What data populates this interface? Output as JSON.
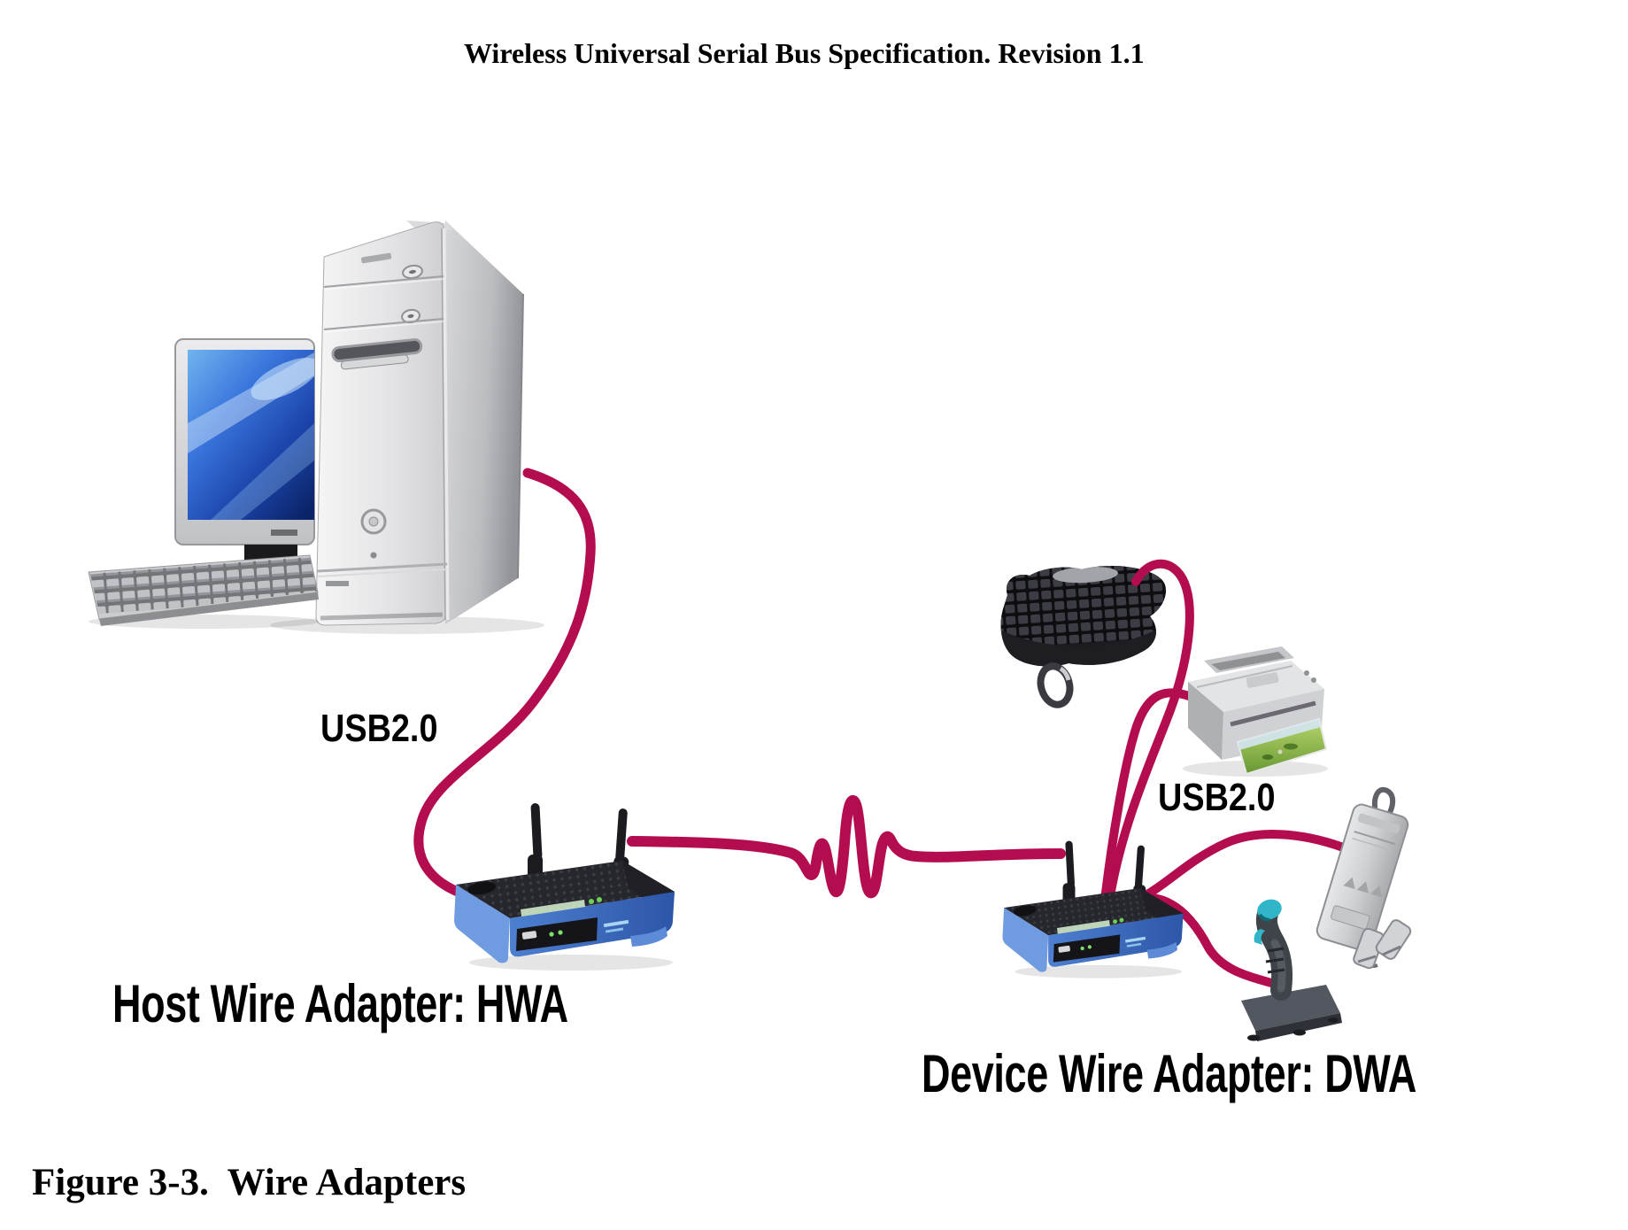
{
  "page": {
    "header": "Wireless Universal Serial Bus Specification. Revision 1.1",
    "caption": "Figure 3-3.  Wire Adapters"
  },
  "diagram": {
    "usb_label_left": "USB2.0",
    "usb_label_right": "USB2.0",
    "hwa_label": "Host Wire Adapter: HWA",
    "dwa_label": "Device Wire Adapter: DWA",
    "cable_color": "#b30d4f",
    "depicted_devices": [
      "host computer (tower, monitor, keyboard)",
      "host wire adapter (HWA) router",
      "device wire adapter (DWA) router",
      "wireless keyboard",
      "ring accessory",
      "inkjet printer",
      "joystick",
      "portable handheld device"
    ]
  }
}
